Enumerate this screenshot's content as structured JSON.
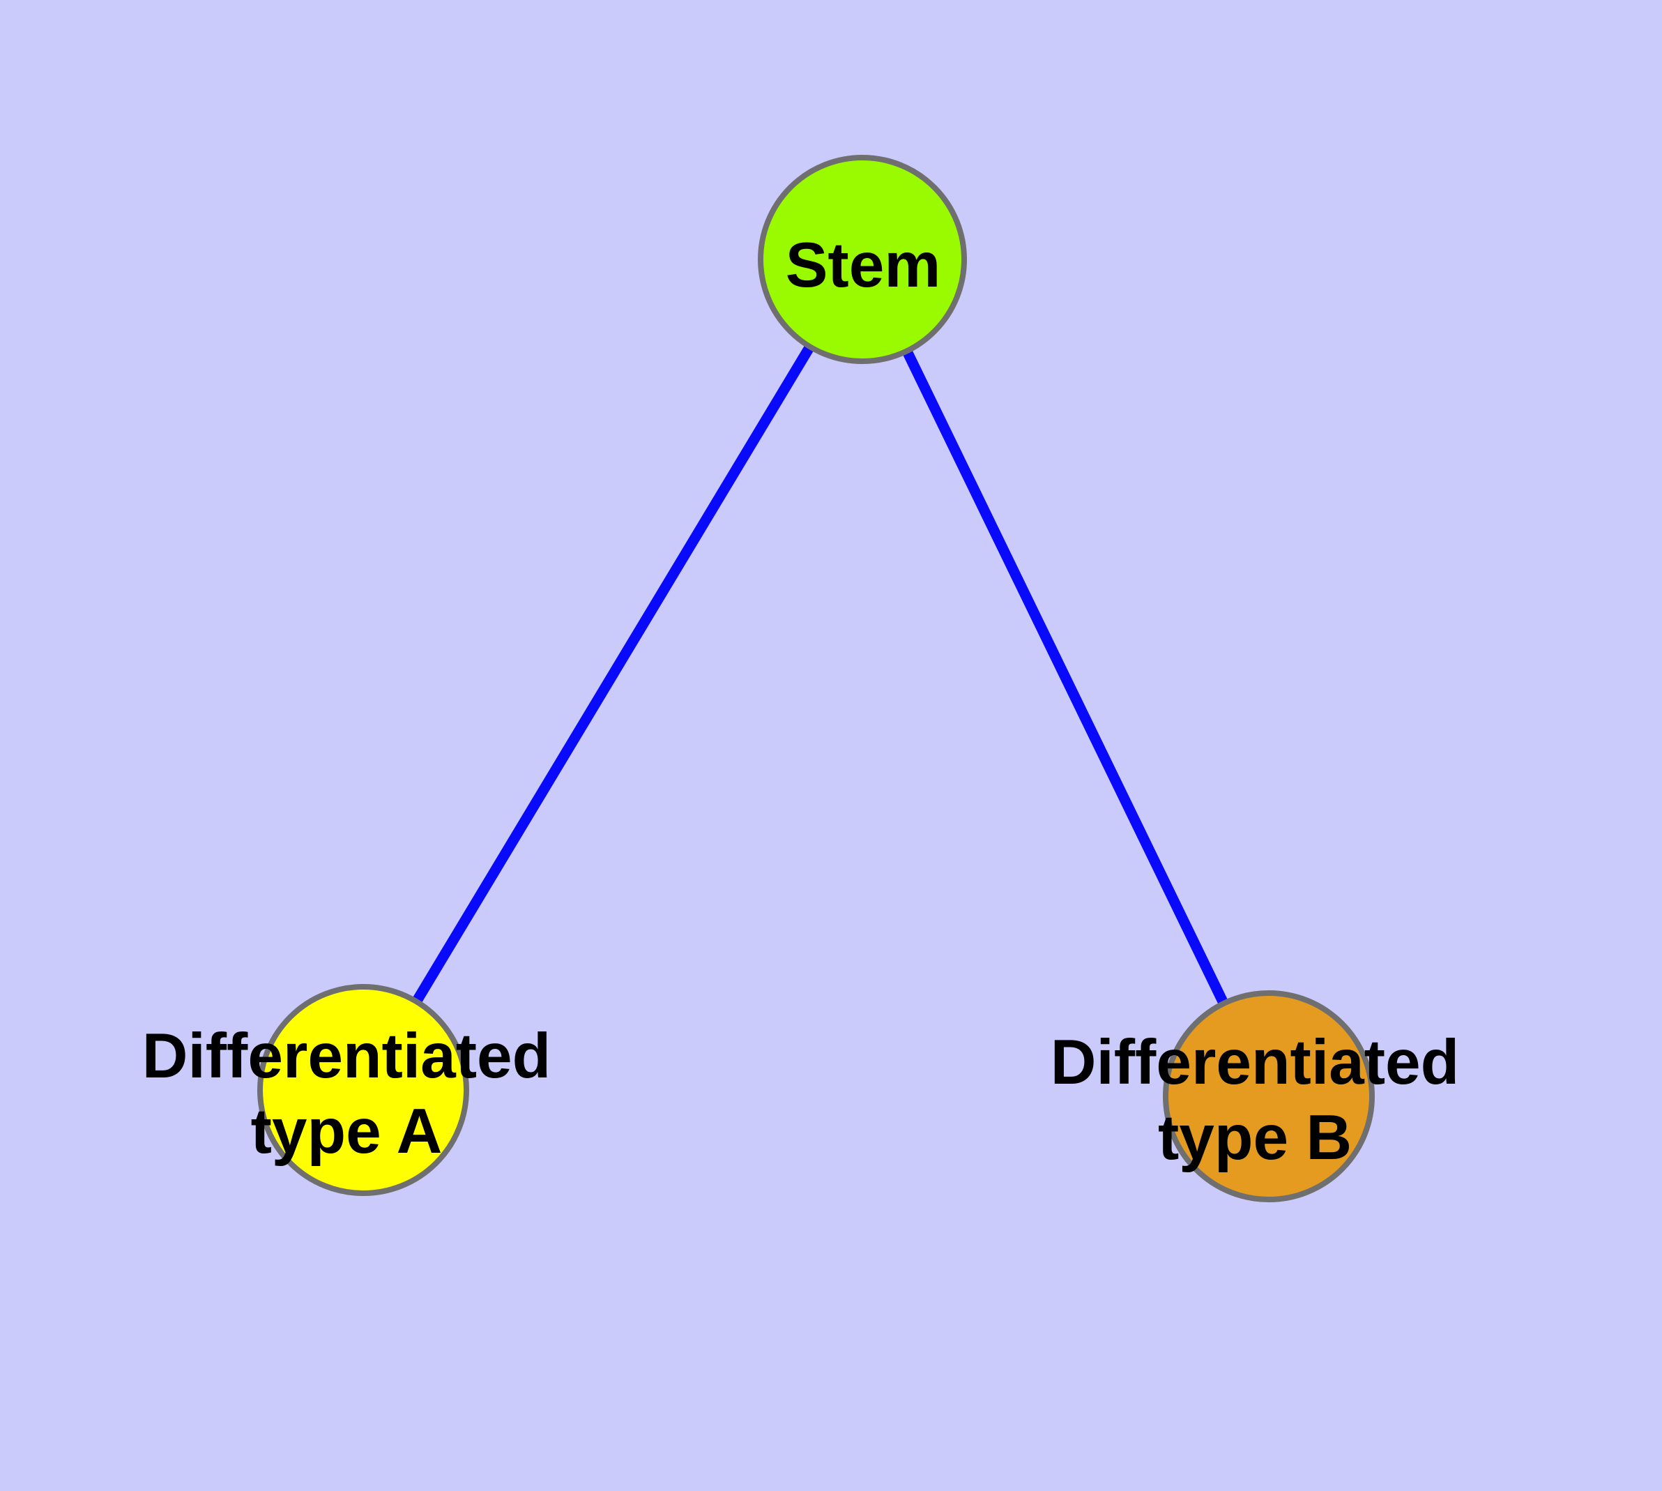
{
  "diagram": {
    "type": "graph",
    "background_color": "#CACAFB",
    "edge_color": "#0909FC",
    "node_border_color": "#6F6F6F",
    "text_color": "#000000",
    "nodes": {
      "stem": {
        "label": "Stem",
        "fill": "#9AFB00"
      },
      "diff_a": {
        "label_line1": "Differentiated",
        "label_line2": "type A",
        "fill": "#FFFF00"
      },
      "diff_b": {
        "label_line1": "Differentiated",
        "label_line2": "type B",
        "fill": "#E49B20"
      }
    },
    "edges": [
      {
        "from": "Stem",
        "to": "Differentiated type A"
      },
      {
        "from": "Stem",
        "to": "Differentiated type B"
      }
    ]
  }
}
